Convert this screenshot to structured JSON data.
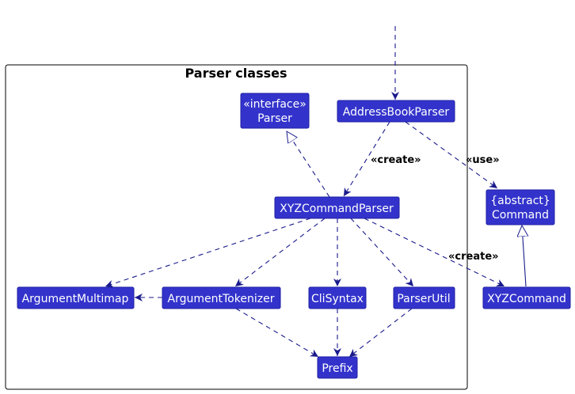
{
  "package": {
    "title": "Parser classes"
  },
  "nodes": {
    "address_book_parser": {
      "lines": [
        "AddressBookParser"
      ]
    },
    "parser_interface": {
      "lines": [
        "«interface»",
        "Parser"
      ]
    },
    "xyz_command_parser": {
      "lines": [
        "XYZCommandParser"
      ]
    },
    "argument_multimap": {
      "lines": [
        "ArgumentMultimap"
      ]
    },
    "argument_tokenizer": {
      "lines": [
        "ArgumentTokenizer"
      ]
    },
    "cli_syntax": {
      "lines": [
        "CliSyntax"
      ]
    },
    "parser_util": {
      "lines": [
        "ParserUtil"
      ]
    },
    "prefix": {
      "lines": [
        "Prefix"
      ]
    },
    "command": {
      "lines": [
        "{abstract}",
        "Command"
      ]
    },
    "xyz_command": {
      "lines": [
        "XYZCommand"
      ]
    }
  },
  "edge_labels": {
    "create_parser": "«create»",
    "use_command": "«use»",
    "create_command": "«create»"
  },
  "colors": {
    "node_fill": "#3333cc",
    "edge": "#1a1a8c",
    "text_on_node": "#ffffff"
  }
}
